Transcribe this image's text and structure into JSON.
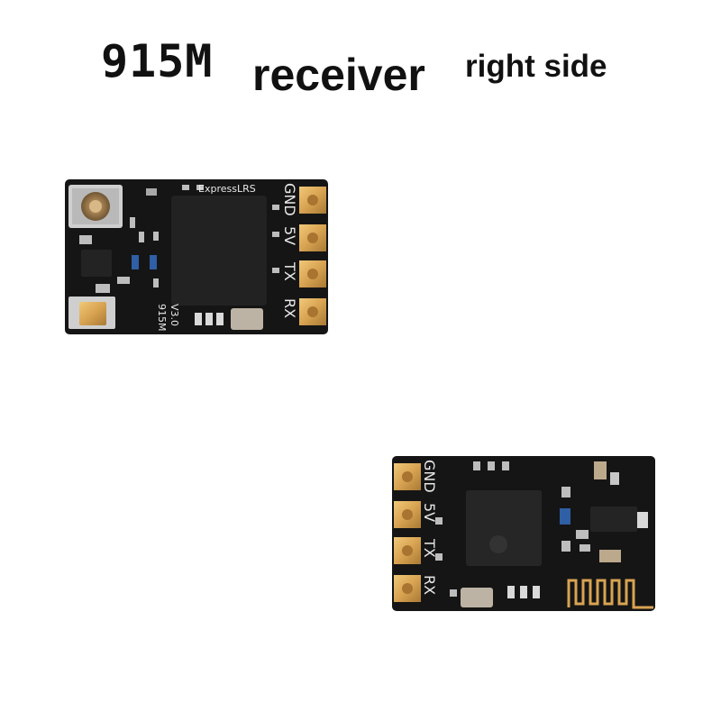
{
  "title": {
    "model": "915M",
    "product": "receiver",
    "view": "right side"
  },
  "board_front": {
    "brand": "ExpressLRS",
    "model": "915M",
    "version": "V3.0",
    "pins": [
      "GND",
      "5V",
      "TX",
      "RX"
    ]
  },
  "board_back": {
    "pins": [
      "GND",
      "5V",
      "TX",
      "RX"
    ]
  },
  "colors": {
    "pcb": "#151515",
    "pad_gold": "#d8a352",
    "chip": "#222222",
    "background": "#ffffff"
  }
}
